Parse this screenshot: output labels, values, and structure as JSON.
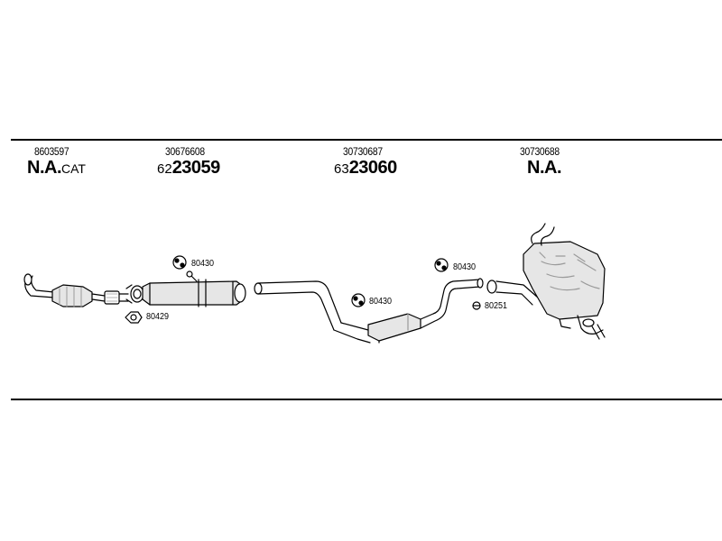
{
  "sections": [
    {
      "part_number": "8603597",
      "prefix": "",
      "code": "N.A.",
      "suffix": "CAT"
    },
    {
      "part_number": "30676608",
      "prefix": "62",
      "code": "23059",
      "suffix": ""
    },
    {
      "part_number": "30730687",
      "prefix": "63",
      "code": "23060",
      "suffix": ""
    },
    {
      "part_number": "30730688",
      "prefix": "",
      "code": "N.A.",
      "suffix": ""
    }
  ],
  "callouts": [
    {
      "label": "80430"
    },
    {
      "label": "80429"
    },
    {
      "label": "80430"
    },
    {
      "label": "80430"
    },
    {
      "label": "80251"
    }
  ],
  "colors": {
    "line": "#000000",
    "part_fill": "#e6e6e6",
    "part_shade": "#9a9a9a",
    "background": "#ffffff"
  }
}
